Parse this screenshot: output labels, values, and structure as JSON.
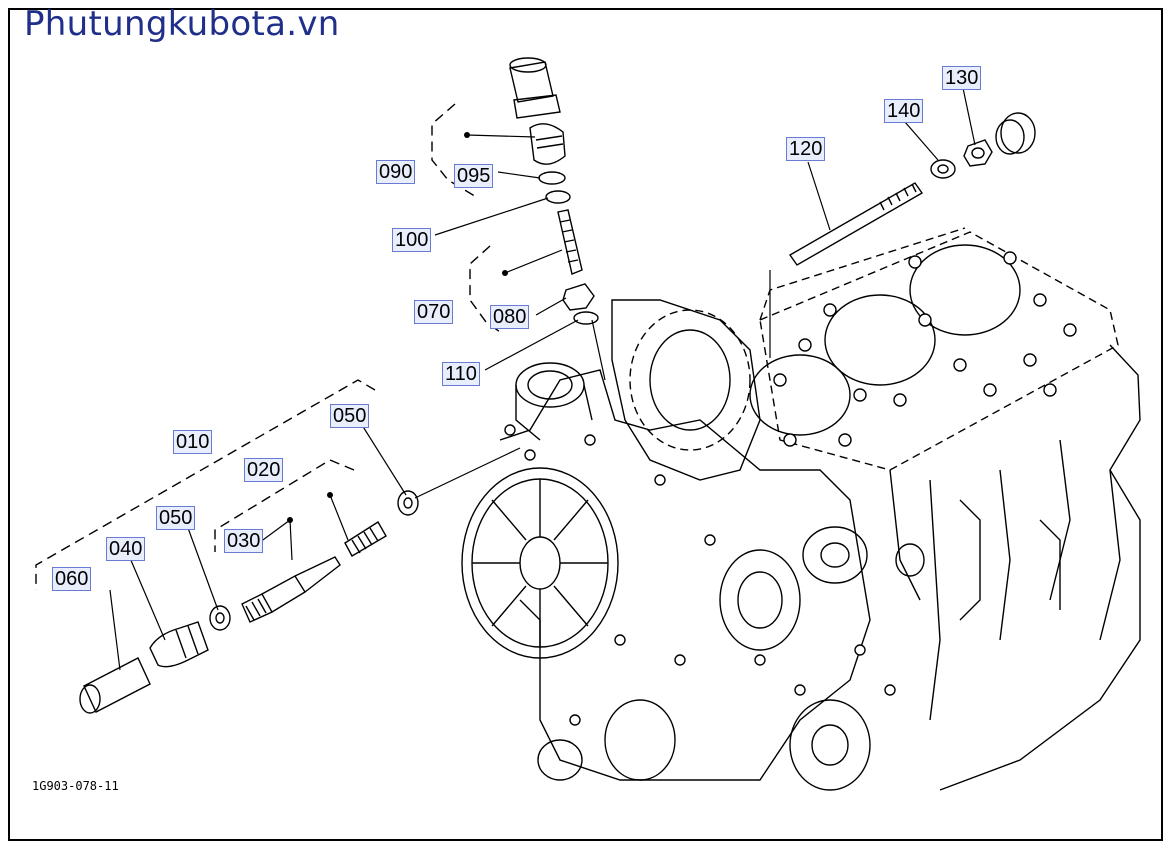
{
  "watermark": "Phutungkubota.vn",
  "drawing_code": "1G903-078-11",
  "callouts": {
    "c010": "010",
    "c020": "020",
    "c030": "030",
    "c040": "040",
    "c050a": "050",
    "c050b": "050",
    "c060": "060",
    "c070": "070",
    "c080": "080",
    "c090": "090",
    "c095": "095",
    "c100": "100",
    "c110": "110",
    "c120": "120",
    "c130": "130",
    "c140": "140"
  },
  "colors": {
    "ink": "#000000",
    "label_fill": "#e8eefc",
    "label_border": "#6a7bd6",
    "watermark": "#1f2f8a"
  }
}
